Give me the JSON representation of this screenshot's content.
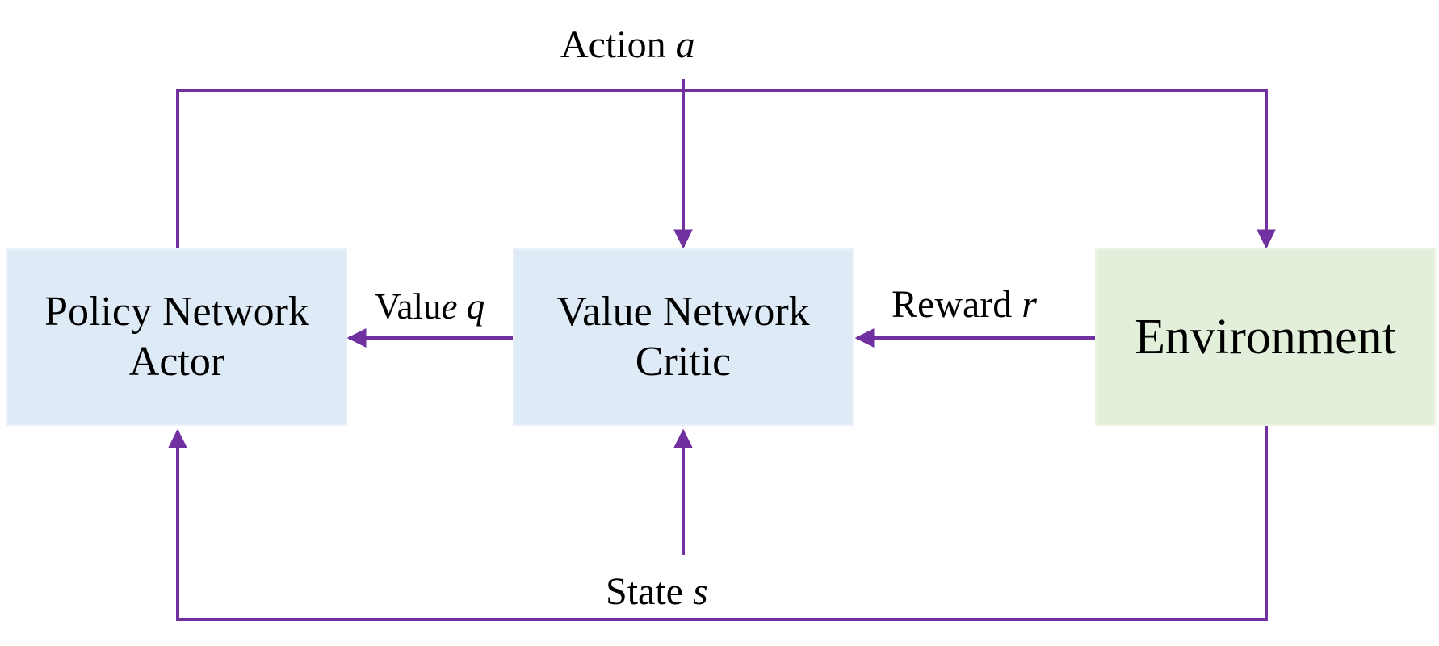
{
  "colors": {
    "arrow": "#7030a0",
    "network_box_fill": "#deebf7",
    "environment_box_fill": "#e2efda",
    "text": "#000000"
  },
  "nodes": {
    "policy_network": {
      "line1": "Policy Network",
      "line2": "Actor"
    },
    "value_network": {
      "line1": "Value Network",
      "line2": "Critic"
    },
    "environment": {
      "label": "Environment"
    }
  },
  "edges": {
    "action": {
      "text": "Action ",
      "variable": "a"
    },
    "value": {
      "text": "Valu",
      "variable": "e q"
    },
    "reward": {
      "text": "Reward ",
      "variable": "r"
    },
    "state": {
      "text": "State ",
      "variable": "s"
    }
  }
}
